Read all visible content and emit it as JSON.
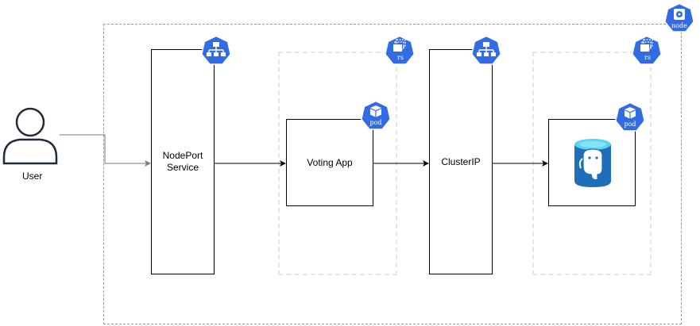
{
  "user": {
    "label": "User"
  },
  "nodeport": {
    "line1": "NodePort",
    "line2": "Service"
  },
  "voting_app": {
    "label": "Voting App"
  },
  "clusterip": {
    "label": "ClusterIP"
  },
  "badges": {
    "node": "node",
    "rs": "rs",
    "pod": "pod"
  },
  "colors": {
    "k8s_blue": "#326CE5",
    "postgres_blue": "#1f6fb8",
    "cyl_top": "#5ad4f2"
  },
  "icons": {
    "service": "service-network-icon",
    "replicaset": "replicaset-icon",
    "pod": "pod-cube-icon",
    "node": "node-icon",
    "database": "postgresql-database-icon",
    "user": "user-person-icon"
  }
}
